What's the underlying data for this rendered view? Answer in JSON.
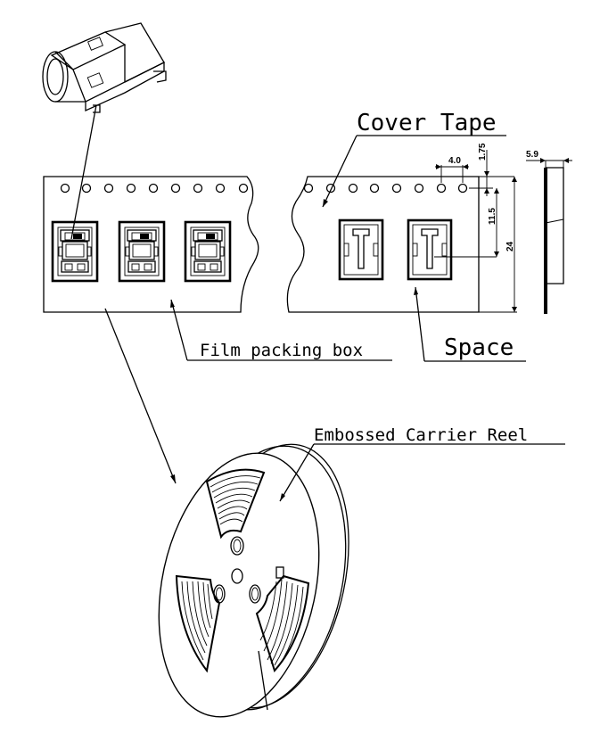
{
  "labels": {
    "cover_tape": "Cover Tape",
    "film_packing_box": "Film packing box",
    "space": "Space",
    "embossed_carrier_reel": "Embossed Carrier Reel"
  },
  "dimensions": {
    "pitch": "4.0",
    "edge_to_hole": "1.75",
    "hole_to_center": "11.5",
    "tape_width": "24",
    "thickness": "5.9"
  }
}
